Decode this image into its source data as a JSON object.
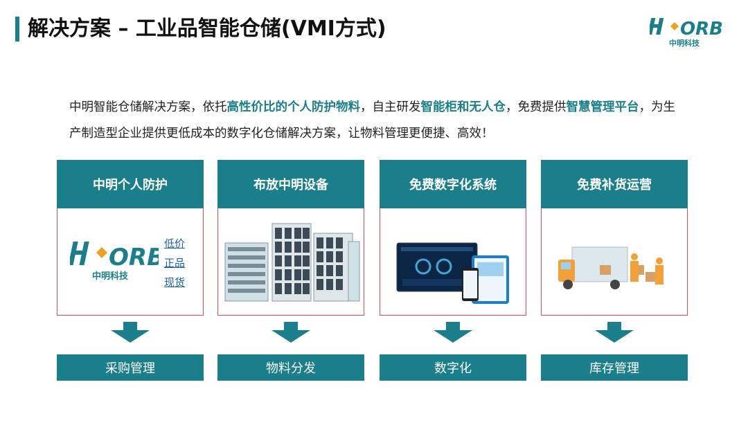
{
  "title": "解决方案 – 工业品智能仓储(VMI方式)",
  "logo": {
    "text": "中明科技",
    "mark": "HORB"
  },
  "intro": {
    "p1": "中明智能仓储解决方案，依托",
    "h1": "高性价比的个人防护物料",
    "p2": "，自主研发",
    "h2": "智能柜和无人仓",
    "p3": "，免费提供",
    "h3": "智慧管理平台",
    "p4": "，为生产制造型企业提供更低成本的数字化仓储解决方案，让物料管理更便捷、高效！"
  },
  "columns": [
    {
      "header": "中明个人防护",
      "footer": "采购管理",
      "tags": [
        "低价",
        "正品",
        "现货"
      ],
      "logo_text": "中明科技"
    },
    {
      "header": "布放中明设备",
      "footer": "物料分发"
    },
    {
      "header": "免费数字化系统",
      "footer": "数字化"
    },
    {
      "header": "免费补货运营",
      "footer": "库存管理"
    }
  ],
  "colors": {
    "accent": "#1a7f8a",
    "frame": "#e04a4a",
    "link": "#1a5fa8"
  }
}
